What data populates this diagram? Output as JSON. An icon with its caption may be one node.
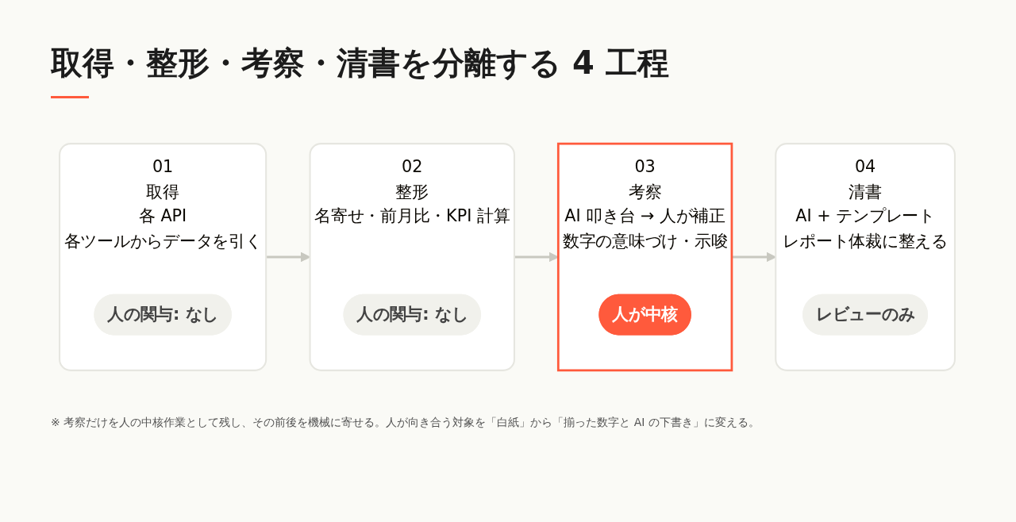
{
  "diagram": {
    "title": "取得・整形・考察・清書を分離する 4 工程",
    "nodes": [
      {
        "text": [
          "01",
          "取得",
          "各 API",
          "各ツールからデータを引く"
        ]
      },
      {
        "text": [
          "人の関与: なし"
        ],
        "in": 0
      },
      {
        "text": [
          "02",
          "整形",
          "名寄せ・前月比・KPI 計算"
        ]
      },
      {
        "text": [
          "人の関与: なし"
        ],
        "in": 2
      },
      {
        "text": [
          "03",
          "考察",
          "AI 叩き台 → 人が補正",
          "数字の意味づけ・示唆"
        ]
      },
      {
        "text": [
          "人が中核"
        ],
        "in": 4
      },
      {
        "text": [
          "04",
          "清書",
          "AI + テンプレート",
          "レポート体裁に整える"
        ]
      },
      {
        "text": [
          "レビューのみ"
        ],
        "in": 6
      }
    ],
    "edges": [
      {
        "from": 0,
        "to": 2,
        "arrow": "to"
      },
      {
        "from": 2,
        "to": 4,
        "arrow": "to"
      },
      {
        "from": 4,
        "to": 6,
        "arrow": "to"
      }
    ],
    "labels": [
      "※ 考察だけを人の中核作業として残し、その前後を機械に寄せる。人が向き合う対象を「白紙」から「揃った数字と AI の下書き」に変える。"
    ]
  }
}
